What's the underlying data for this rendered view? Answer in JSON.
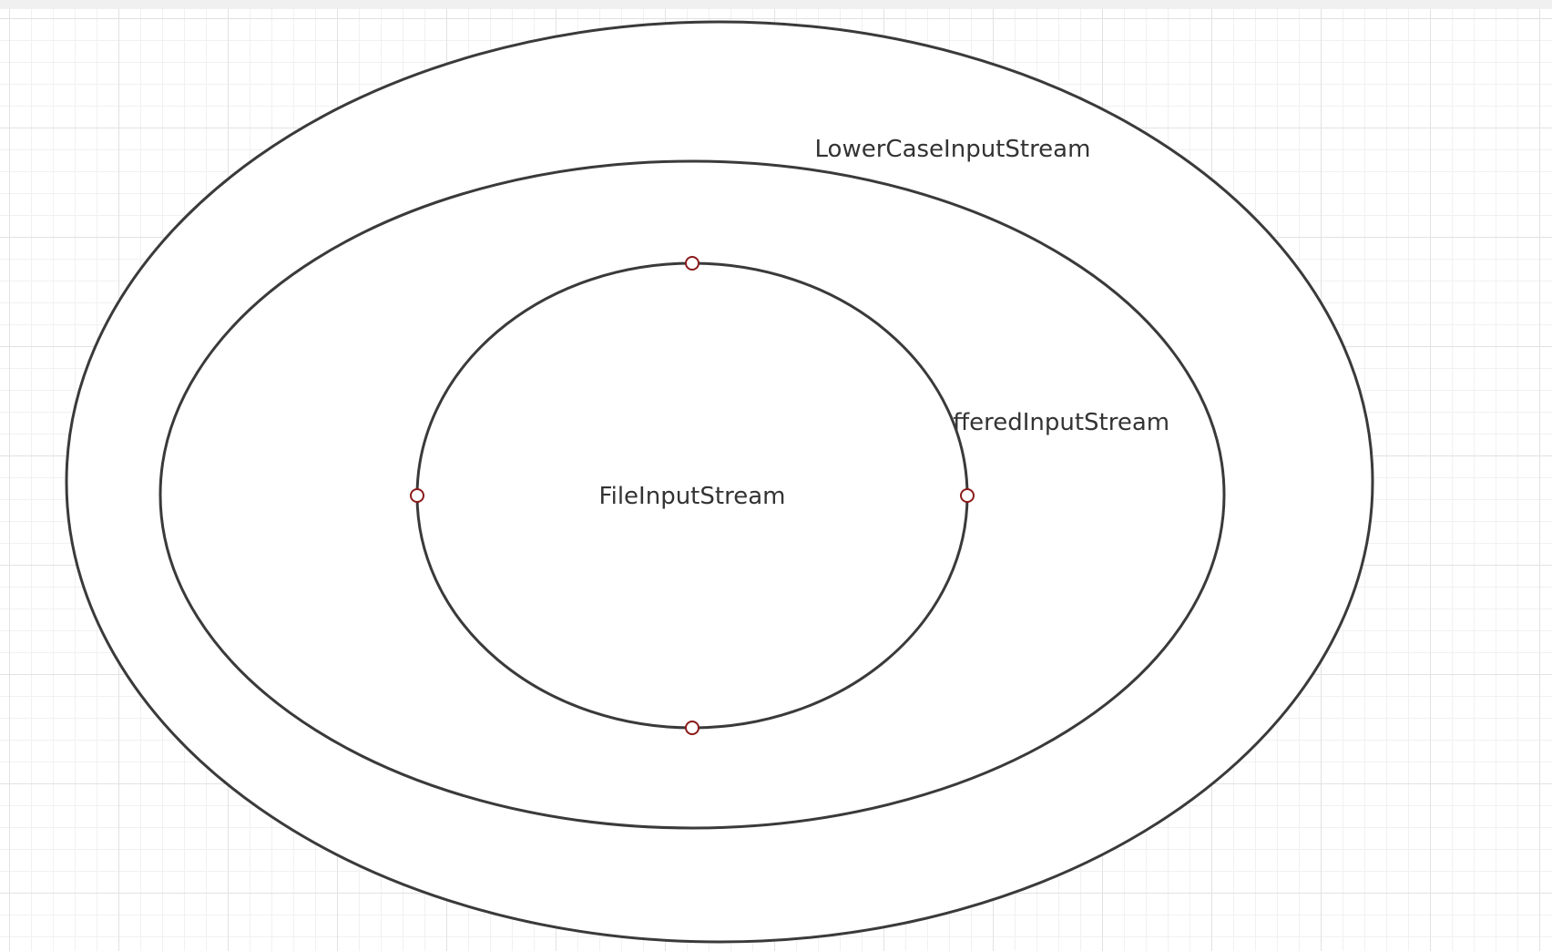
{
  "canvas": {
    "background": "#ffffff",
    "grid_color": "#e2e2e2",
    "shape_stroke": "#3a3a3a",
    "selection_handle_color": "#8b1a1a"
  },
  "shapes": {
    "outer": {
      "label": "LowerCaseInputStream"
    },
    "middle": {
      "label": "BufferedInputStream"
    },
    "inner": {
      "label": "FileInputStream",
      "selected": true
    }
  }
}
